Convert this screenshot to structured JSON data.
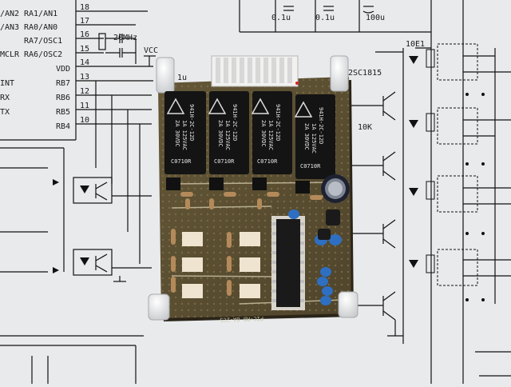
{
  "schematic": {
    "pins_left": [
      {
        "name": "RA1/AN1",
        "num": "18"
      },
      {
        "name": "RA0/AN0",
        "num": "17"
      },
      {
        "name": "RA7/OSC1",
        "num": "16"
      },
      {
        "name": "RA6/OSC2",
        "num": "15"
      },
      {
        "name": "VDD",
        "num": "14"
      },
      {
        "name": "RB7",
        "num": "13"
      },
      {
        "name": "RB6",
        "num": "12"
      },
      {
        "name": "RB5",
        "num": "11"
      },
      {
        "name": "RB4",
        "num": "10"
      }
    ],
    "edge_labels": [
      "/AN2",
      "/AN3",
      "MCLR",
      "INT",
      "RX",
      "TX"
    ],
    "crystal": "20MHz",
    "vcc": "VCC",
    "cap_small": "0.1u",
    "cap_small_2": "0.1u",
    "cap_large": "100u",
    "cap_1u": "1u",
    "resistor_top": "10E1",
    "transistor": "2SC1815",
    "resistor_10k": "10K"
  },
  "relays": [
    {
      "line1": "941H-2C-12D",
      "line2": "1A 125VAC",
      "line3": "2A 30VDC",
      "code": "C0710R"
    },
    {
      "line1": "941H-2C-12D",
      "line2": "1A 125VAC",
      "line3": "2A 30VDC",
      "code": "C0710R"
    },
    {
      "line1": "941H-2C-12D",
      "line2": "1A 125VAC",
      "line3": "2A 30VDC",
      "code": "C0710R"
    },
    {
      "line1": "941H-2C-12D",
      "line2": "1A 125VAC",
      "line3": "2A 30VDC",
      "code": "C0710R"
    }
  ],
  "pcb_silkscreen": "PIC-RB OA-2CS",
  "colors": {
    "paper": "#e9eaec",
    "board": "#5b4f33",
    "relay": "#141414",
    "optocoupler": "#eee4cf",
    "capacitor_blue": "#2e6fc2",
    "resistor_body": "#b48a5a"
  }
}
